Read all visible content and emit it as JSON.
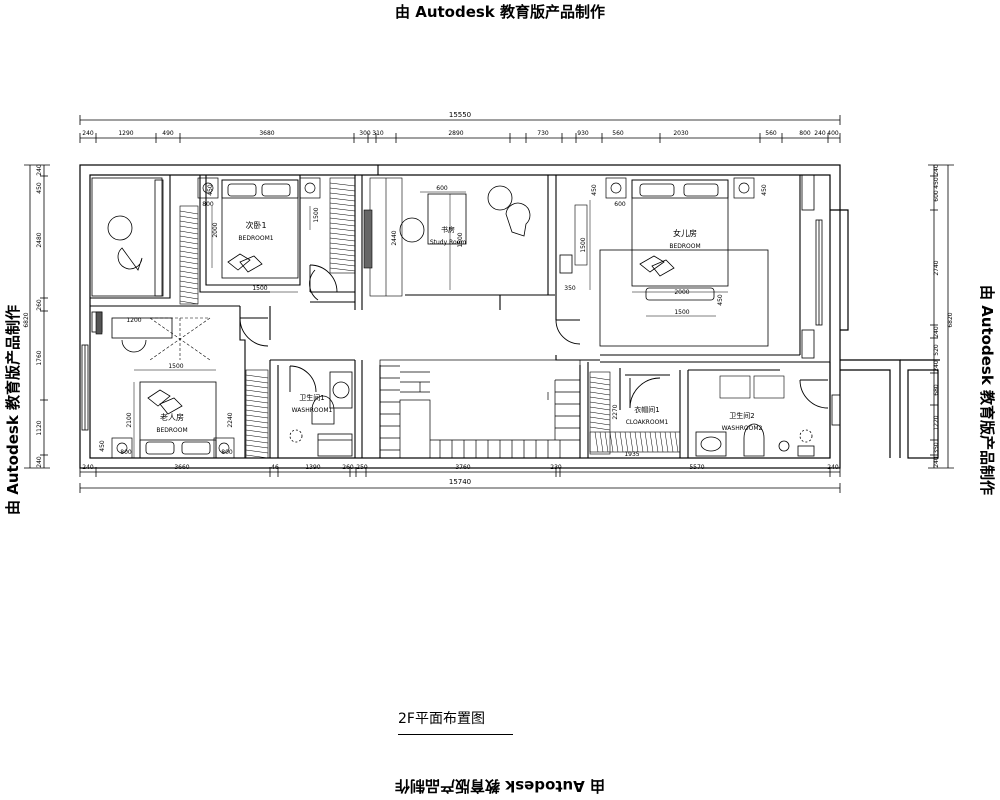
{
  "watermark": "由 Autodesk 教育版产品制作",
  "plan_title": "2F平面布置图",
  "dims": {
    "top_total": "15550",
    "top": [
      "240",
      "1290",
      "490",
      "3680",
      "300",
      "310",
      "2890",
      "730",
      "930",
      "560",
      "2030",
      "560",
      "800",
      "240",
      "400"
    ],
    "bottom_total": "15740",
    "bottom": [
      "240",
      "3660",
      "46",
      "1390",
      "260",
      "250",
      "3760",
      "230",
      "5570",
      "240"
    ],
    "left": [
      "240",
      "450",
      "2480",
      "260",
      "6820",
      "1760",
      "1120",
      "240"
    ],
    "right": [
      "240",
      "450",
      "600",
      "2740",
      "240",
      "6820",
      "520",
      "240",
      "680",
      "1220",
      "350",
      "240"
    ]
  },
  "rooms": {
    "bedroom1_cn": "次卧1",
    "bedroom1_en": "BEDROOM1",
    "study_cn": "书房",
    "study_en": "Study Room",
    "daughter_cn": "女儿房",
    "daughter_en": "BEDROOM",
    "elder_cn": "老人房",
    "elder_en": "BEDROOM",
    "wash1_cn": "卫生间1",
    "wash1_en": "WASHROOM1",
    "cloak_cn": "衣帽间1",
    "cloak_en": "CLOAKROOM1",
    "wash2_cn": "卫生间2",
    "wash2_en": "WASHROOM2"
  },
  "inner_dims": {
    "b1_450": "450",
    "b1_800": "800",
    "b1_2000": "2000",
    "b1_1500w": "1500",
    "b1_1500h": "1500",
    "study_600": "600",
    "study_2440": "2440",
    "study_1500": "1500",
    "d_450a": "450",
    "d_600": "600",
    "d_450b": "450",
    "d_1500v": "1500",
    "d_350": "350",
    "d_2000": "2000",
    "d_1500h": "1500",
    "d_450c": "450",
    "e_1200": "1200",
    "e_1500": "1500",
    "e_2100": "2100",
    "e_2240": "2240",
    "e_800a": "800",
    "e_800b": "800",
    "e_450": "450",
    "c_2270": "2270",
    "c_1935": "1935"
  }
}
